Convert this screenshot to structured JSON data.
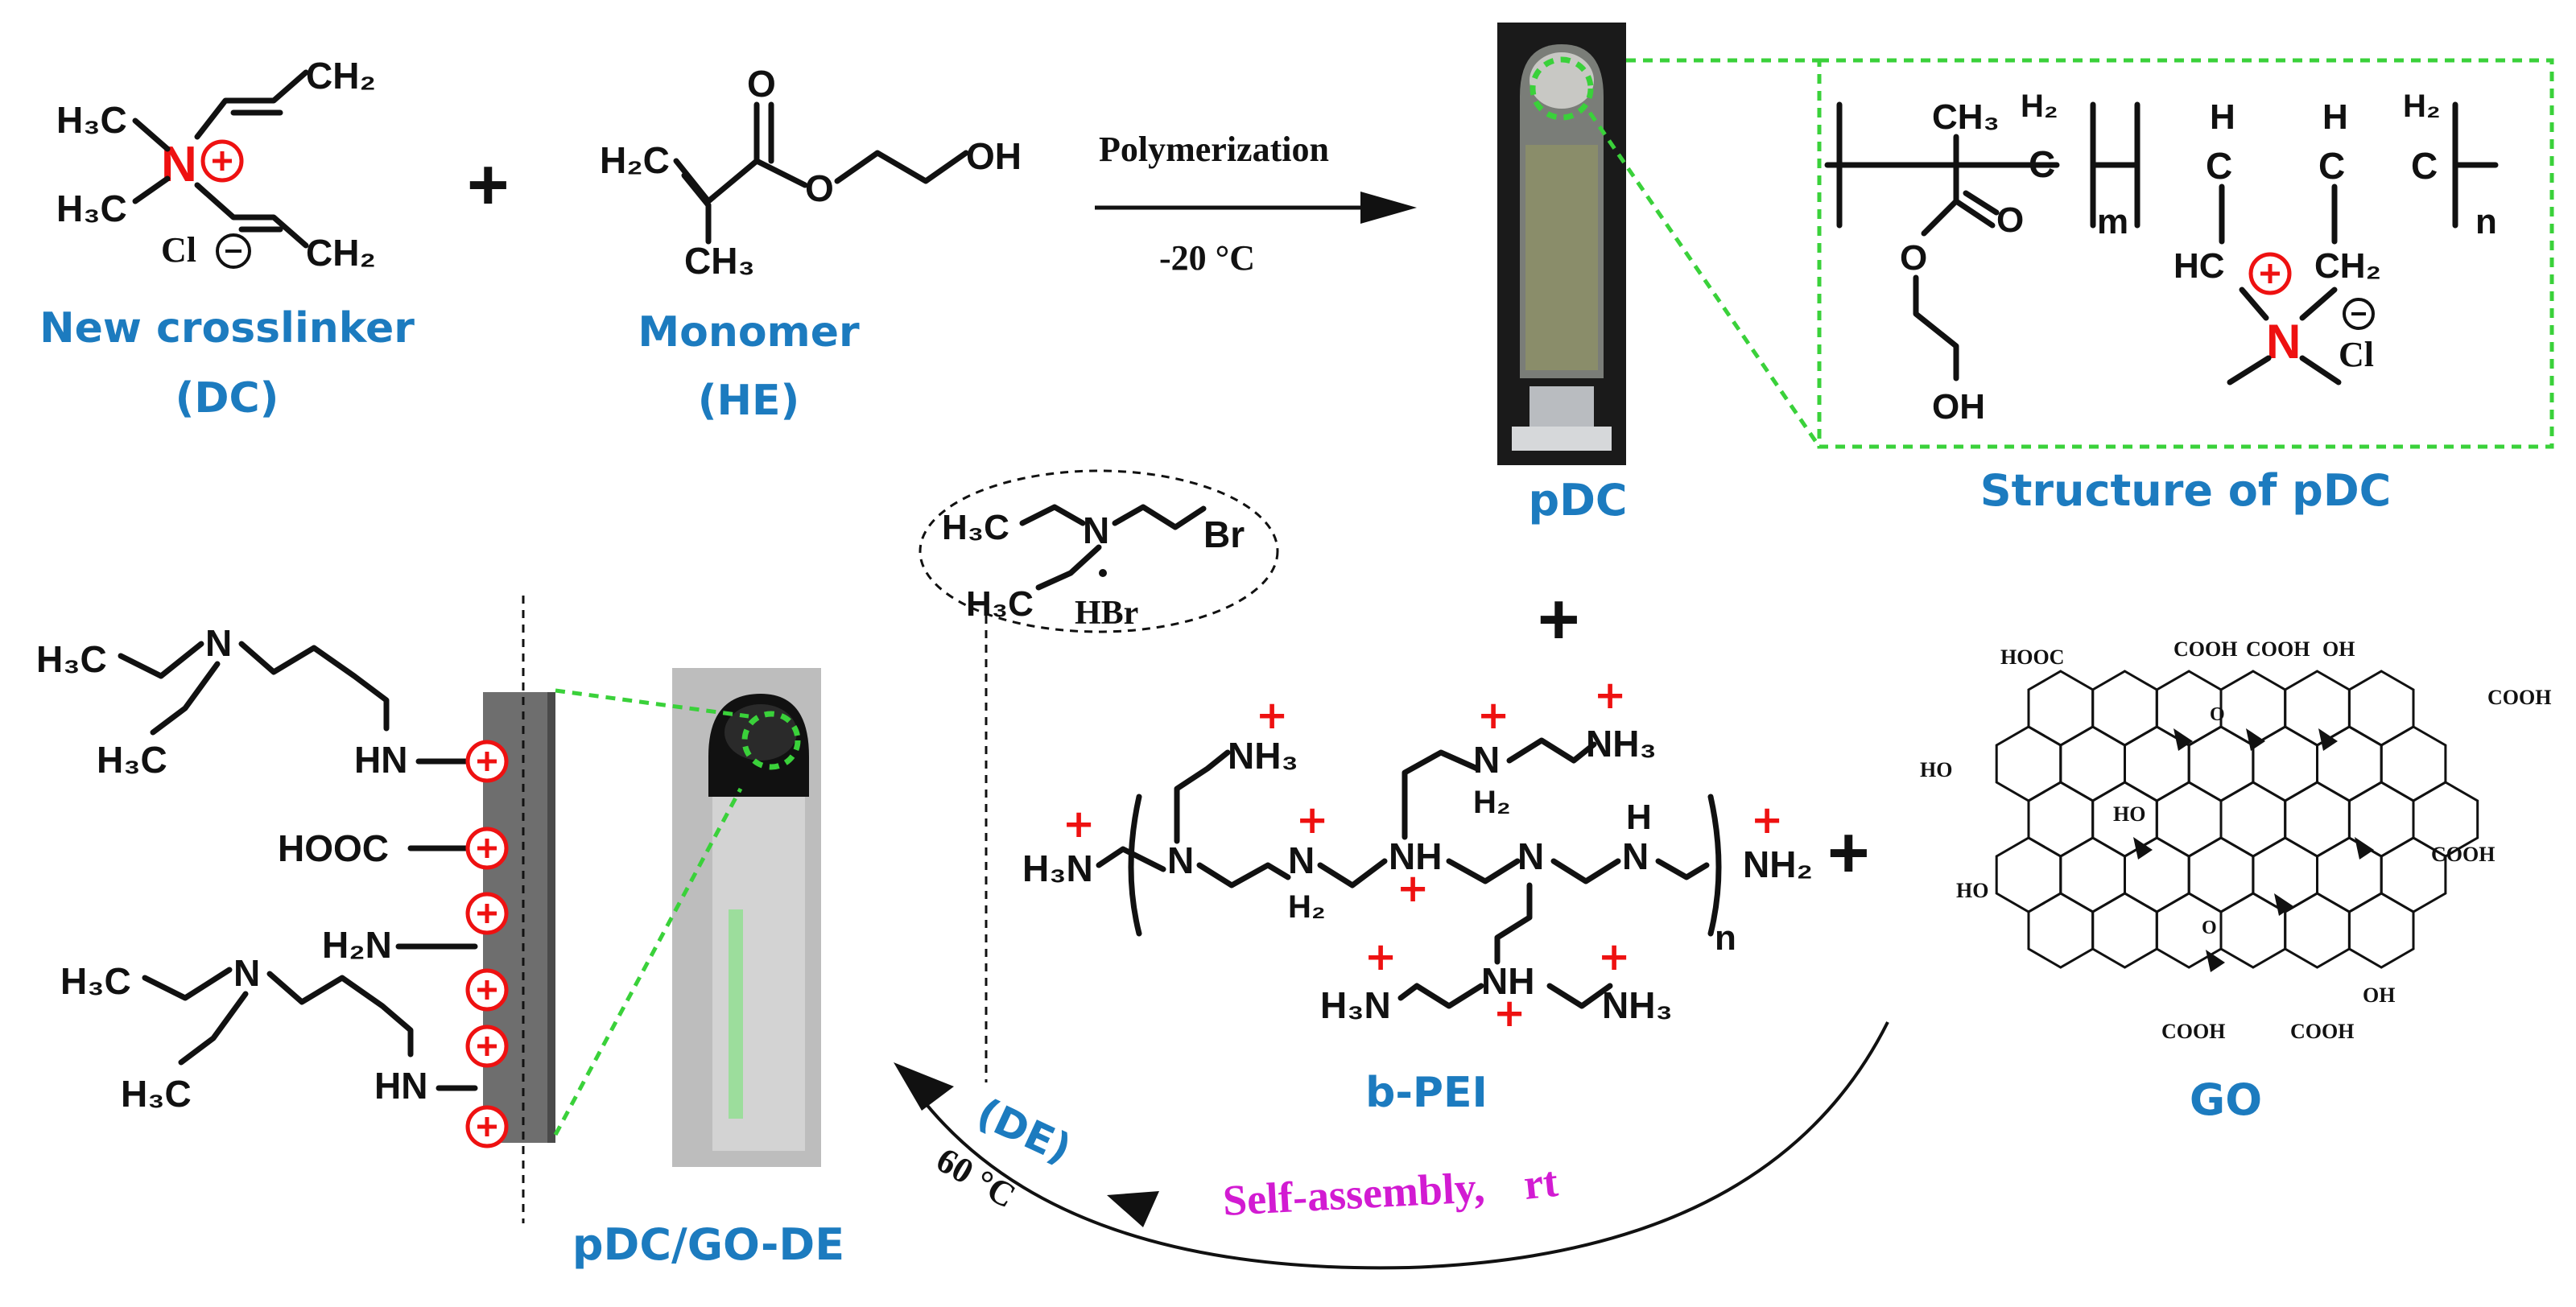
{
  "texts": {
    "dc_h3c_top": "H₃C",
    "dc_h3c_bottom": "H₃C",
    "dc_ch2_top": "CH₂",
    "dc_ch2_bottom": "CH₂",
    "dc_n": "N",
    "dc_cl": "Cl",
    "dc_label_1": "New crosslinker",
    "dc_label_2": "(DC)",
    "plus_sign": "+",
    "he_h2c": "H₂C",
    "he_o_top": "O",
    "he_o_mid": "O",
    "he_oh": "OH",
    "he_ch3": "CH₃",
    "he_label_1": "Monomer",
    "he_label_2": "(HE)",
    "polymerization": "Polymerization",
    "temp_minus20": "-20 °C",
    "pdc_label": "pDC",
    "struct_ch3": "CH₃",
    "struct_h2_a": "H₂",
    "struct_c_a": "C",
    "struct_m": "m",
    "struct_h_a": "H",
    "struct_c_b": "C",
    "struct_h_b": "H",
    "struct_c_c": "C",
    "struct_h2_b": "H₂",
    "struct_c_d": "C",
    "struct_n_sub": "n",
    "struct_o": "O",
    "struct_o_ester": "O",
    "struct_oh": "OH",
    "struct_hc": "HC",
    "struct_ch2": "CH₂",
    "struct_nplus": "N",
    "struct_cl": "Cl",
    "structure_label": "Structure of pDC",
    "de_h3c_top": "H₃C",
    "de_n": "N",
    "de_br": "Br",
    "de_h3c_bottom": "H₃C",
    "de_hbr": "HBr",
    "pei_h3n_left": "H₃N",
    "pei_nh3_a": "NH₃",
    "pei_n_a": "N",
    "pei_nh2_a": "N",
    "pei_h2_a": "H₂",
    "pei_nh": "NH",
    "pei_nh2_b": "N",
    "pei_h2_b": "H₂",
    "pei_nh3_b": "NH₃",
    "pei_n_center": "N",
    "pei_h_right": "H",
    "pei_n_right": "N",
    "pei_nh2_right": "NH₂",
    "pei_n_sub": "n",
    "pei_h3n_bottom": "H₃N",
    "pei_nh_bottom": "NH",
    "pei_nh3_bottom": "NH₃",
    "bpei_label": "b-PEI",
    "go_label": "GO",
    "go_hooc": "HOOC",
    "go_cooh_a": "COOH",
    "go_cooh_b": "COOH",
    "go_oh_top": "OH",
    "go_cooh_right": "COOH",
    "go_ho_left": "HO",
    "go_ho_inner": "HO",
    "go_cooh_mid": "COOH",
    "go_ho_lower": "HO",
    "go_oh_lower": "OH",
    "go_cooh_bottom_a": "COOH",
    "go_cooh_bottom_b": "COOH",
    "go_o_a": "O",
    "go_o_b": "O",
    "self_assembly": "Self-assembly,",
    "rt": "rt",
    "de_paren": "(DE)",
    "temp_60": "60 °C",
    "final_h3c_a": "H₃C",
    "final_n_a": "N",
    "final_h3c_b": "H₃C",
    "final_hn_a": "HN",
    "final_hooc": "HOOC",
    "final_h2n": "H₂N",
    "final_h3c_c": "H₃C",
    "final_n_b": "N",
    "final_h3c_d": "H₃C",
    "final_hn_b": "HN",
    "final_label": "pDC/GO-DE"
  },
  "colors": {
    "label_blue": "#1c7bbf",
    "charge_red": "#e11111",
    "green_dash": "#3ad13a",
    "magenta": "#d21bd2",
    "black": "#111111"
  }
}
